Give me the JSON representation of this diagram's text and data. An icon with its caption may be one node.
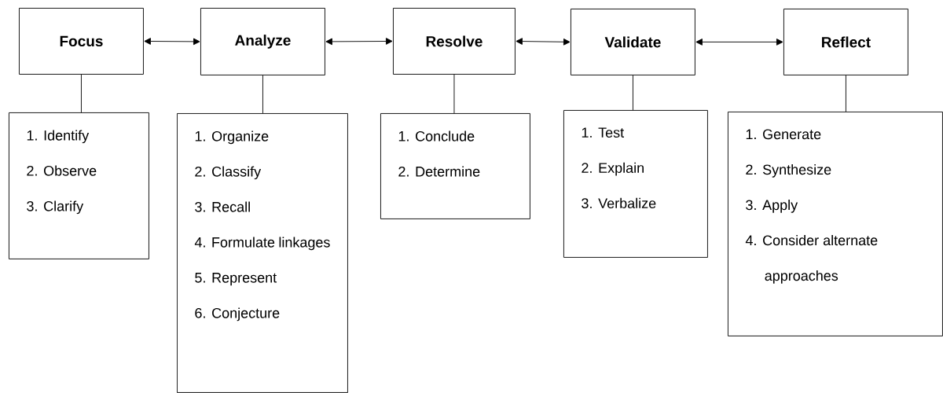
{
  "diagram": {
    "nodes": [
      {
        "text": [
          "Focus"
        ]
      },
      {
        "text": [
          "Analyze"
        ]
      },
      {
        "text": [
          "Resolve"
        ]
      },
      {
        "text": [
          "Validate"
        ]
      },
      {
        "text": [
          "Reflect"
        ]
      },
      {
        "text": [
          "1. Identify",
          "2. Observe",
          "3. Clarify"
        ]
      },
      {
        "text": [
          "1. Organize",
          "2. Classify",
          "3. Recall",
          "4. Formulate linkages",
          "5. Represent",
          "6. Conjecture"
        ]
      },
      {
        "text": [
          "1. Conclude",
          "2. Determine"
        ]
      },
      {
        "text": [
          "1. Test",
          "2. Explain",
          "3. Verbalize"
        ]
      },
      {
        "text": [
          "1. Generate",
          "2. Synthesize",
          "3. Apply",
          "4. Consider alternate approaches"
        ]
      }
    ],
    "edges": [
      {
        "from": 0,
        "to": 1,
        "arrow": "both"
      },
      {
        "from": 1,
        "to": 2,
        "arrow": "both"
      },
      {
        "from": 2,
        "to": 3,
        "arrow": "both"
      },
      {
        "from": 3,
        "to": 4,
        "arrow": "both"
      },
      {
        "from": 0,
        "to": 5,
        "arrow": "none"
      },
      {
        "from": 1,
        "to": 6,
        "arrow": "none"
      },
      {
        "from": 2,
        "to": 7,
        "arrow": "none"
      },
      {
        "from": 3,
        "to": 8,
        "arrow": "none"
      },
      {
        "from": 4,
        "to": 9,
        "arrow": "none"
      }
    ]
  }
}
